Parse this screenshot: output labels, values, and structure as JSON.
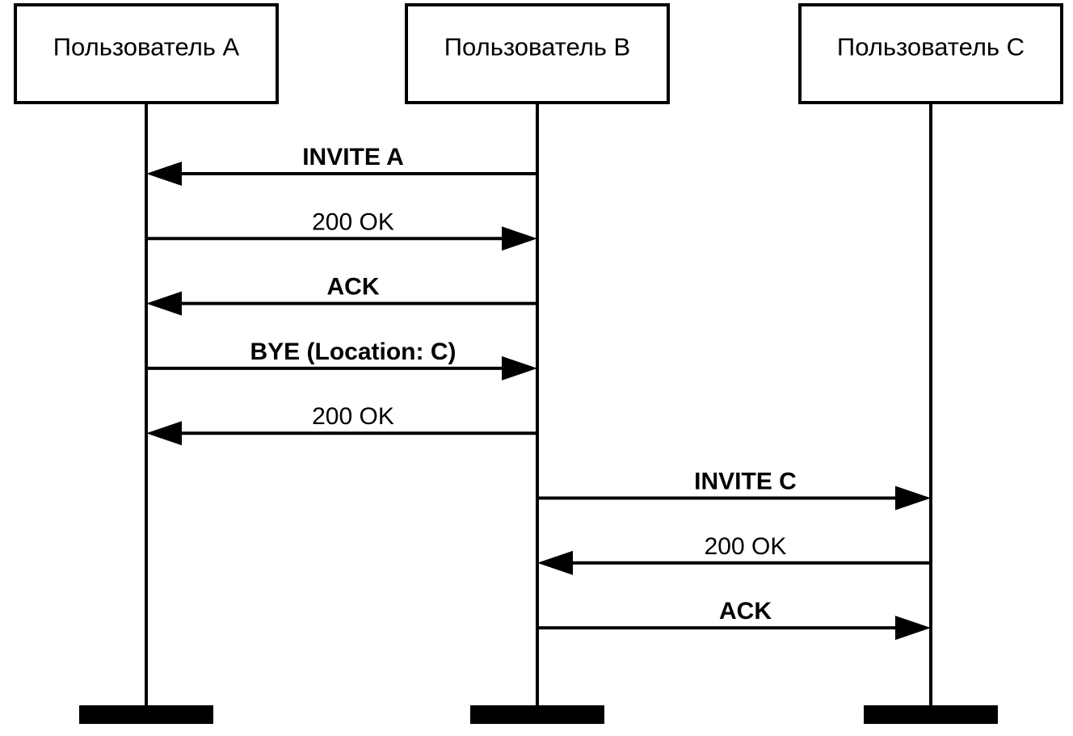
{
  "diagram": {
    "type": "sequence",
    "participants": [
      {
        "id": "A",
        "label": "Пользователь A"
      },
      {
        "id": "B",
        "label": "Пользователь B"
      },
      {
        "id": "C",
        "label": "Пользователь C"
      }
    ],
    "messages": [
      {
        "from": "B",
        "to": "A",
        "label": "INVITE A",
        "bold": true
      },
      {
        "from": "A",
        "to": "B",
        "label": "200 OK",
        "bold": false
      },
      {
        "from": "B",
        "to": "A",
        "label": "ACK",
        "bold": true
      },
      {
        "from": "A",
        "to": "B",
        "label": "BYE (Location: C)",
        "bold": true
      },
      {
        "from": "B",
        "to": "A",
        "label": "200 OK",
        "bold": false
      },
      {
        "from": "B",
        "to": "C",
        "label": "INVITE C",
        "bold": true
      },
      {
        "from": "C",
        "to": "B",
        "label": "200 OK",
        "bold": false
      },
      {
        "from": "B",
        "to": "C",
        "label": "ACK",
        "bold": true
      }
    ],
    "colors": {
      "ink": "#000000",
      "background": "#ffffff"
    }
  }
}
